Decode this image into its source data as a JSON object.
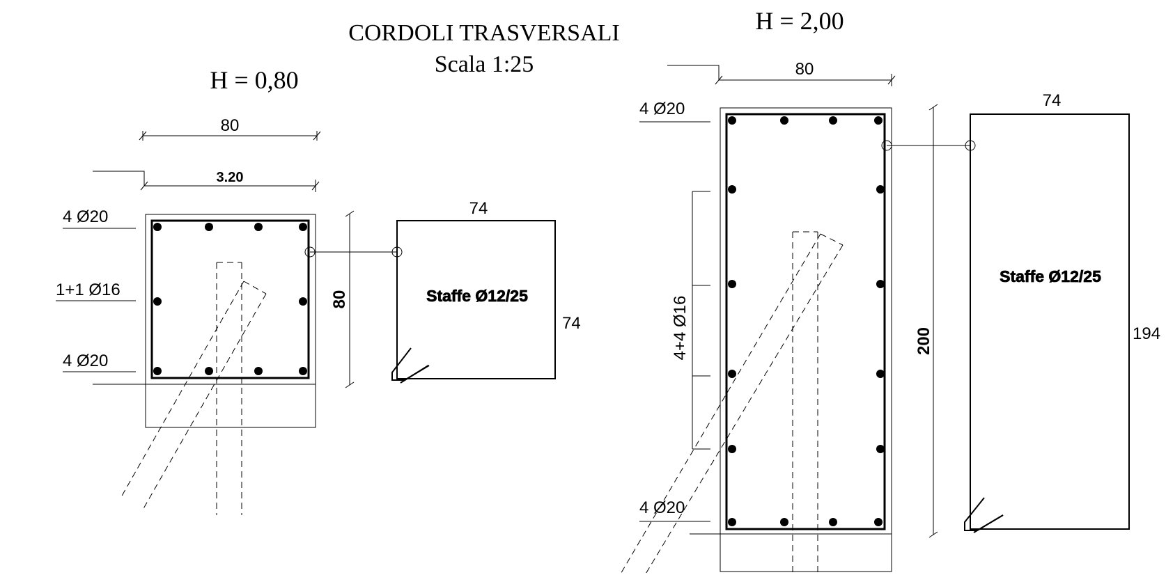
{
  "title": "CORDOLI TRASVERSALI",
  "scale": "Scala 1:25",
  "section_small": {
    "height_label": "H = 0,80",
    "width_outer": "80",
    "width_inner": "3.20",
    "top_bars": "4 Ø20",
    "side_bars": "1+1 Ø16",
    "bottom_bars": "4 Ø20",
    "height_dim": "80",
    "stirrup_width": "74",
    "stirrup_height": "74",
    "stirrup_label": "Staffe Ø12/25"
  },
  "section_large": {
    "height_label": "H = 2,00",
    "width_outer": "80",
    "top_bars": "4 Ø20",
    "side_bars": "4+4 Ø16",
    "bottom_bars": "4 Ø20",
    "height_dim": "200",
    "stirrup_width": "74",
    "stirrup_height": "194",
    "stirrup_label": "Staffe Ø12/25"
  }
}
